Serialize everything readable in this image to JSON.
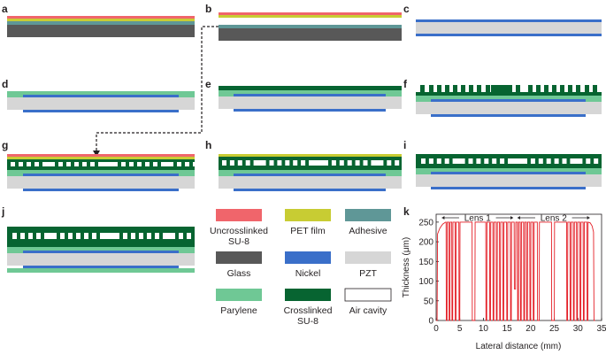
{
  "panels": {
    "a": "a",
    "b": "b",
    "c": "c",
    "d": "d",
    "e": "e",
    "f": "f",
    "g": "g",
    "h": "h",
    "i": "i",
    "j": "j",
    "k": "k"
  },
  "materials": [
    {
      "id": "uncrosslinked",
      "lines": [
        "Uncrosslinked",
        "SU-8"
      ],
      "color": "#f0656b"
    },
    {
      "id": "pet",
      "lines": [
        "PET film"
      ],
      "color": "#c8cc33"
    },
    {
      "id": "adhesive",
      "lines": [
        "Adhesive"
      ],
      "color": "#5f9797"
    },
    {
      "id": "glass",
      "lines": [
        "Glass"
      ],
      "color": "#585858"
    },
    {
      "id": "nickel",
      "lines": [
        "Nickel"
      ],
      "color": "#3a6fc9"
    },
    {
      "id": "pzt",
      "lines": [
        "PZT"
      ],
      "color": "#d6d6d6"
    },
    {
      "id": "parylene",
      "lines": [
        "Parylene"
      ],
      "color": "#6fc895"
    },
    {
      "id": "crosslinked",
      "lines": [
        "Crosslinked",
        "SU-8"
      ],
      "color": "#076431"
    },
    {
      "id": "air",
      "lines": [
        "Air cavity"
      ],
      "color": "#ffffff"
    }
  ],
  "chart_data": {
    "type": "line",
    "xlabel": "Lateral distance (mm)",
    "ylabel": "Thickness (μm)",
    "xlim": [
      0,
      35
    ],
    "ylim": [
      0,
      270
    ],
    "xticks": [
      0,
      5,
      10,
      15,
      20,
      25,
      30,
      35
    ],
    "yticks": [
      0,
      50,
      100,
      150,
      200,
      250
    ],
    "annotations": [
      {
        "text": "Lens 1",
        "x_range": [
          1.2,
          16.3
        ]
      },
      {
        "text": "Lens 2",
        "x_range": [
          17.2,
          32.5
        ]
      }
    ],
    "profile": [
      [
        0,
        0
      ],
      [
        0.2,
        0
      ],
      [
        0.3,
        220
      ],
      [
        0.8,
        235
      ],
      [
        1.4,
        245
      ],
      [
        2.0,
        250
      ],
      [
        2.1,
        250
      ],
      [
        2.15,
        0
      ],
      [
        2.3,
        0
      ],
      [
        2.35,
        250
      ],
      [
        2.7,
        250
      ],
      [
        2.75,
        0
      ],
      [
        2.9,
        0
      ],
      [
        2.95,
        250
      ],
      [
        3.3,
        250
      ],
      [
        3.35,
        0
      ],
      [
        3.5,
        0
      ],
      [
        3.55,
        250
      ],
      [
        4.0,
        250
      ],
      [
        4.05,
        0
      ],
      [
        4.2,
        0
      ],
      [
        4.25,
        250
      ],
      [
        4.8,
        250
      ],
      [
        4.85,
        0
      ],
      [
        5.0,
        0
      ],
      [
        5.05,
        250
      ],
      [
        7.6,
        250
      ],
      [
        7.65,
        0
      ],
      [
        8.2,
        0
      ],
      [
        8.25,
        250
      ],
      [
        10.5,
        250
      ],
      [
        10.55,
        0
      ],
      [
        10.7,
        0
      ],
      [
        10.75,
        250
      ],
      [
        11.3,
        250
      ],
      [
        11.35,
        0
      ],
      [
        11.5,
        0
      ],
      [
        11.55,
        250
      ],
      [
        12.0,
        250
      ],
      [
        12.05,
        0
      ],
      [
        12.2,
        0
      ],
      [
        12.25,
        250
      ],
      [
        12.7,
        250
      ],
      [
        12.75,
        0
      ],
      [
        12.9,
        0
      ],
      [
        12.95,
        250
      ],
      [
        13.4,
        250
      ],
      [
        13.45,
        0
      ],
      [
        13.6,
        0
      ],
      [
        13.65,
        250
      ],
      [
        14.1,
        250
      ],
      [
        14.15,
        0
      ],
      [
        14.3,
        0
      ],
      [
        14.35,
        250
      ],
      [
        14.9,
        250
      ],
      [
        14.95,
        0
      ],
      [
        15.1,
        0
      ],
      [
        15.15,
        250
      ],
      [
        15.7,
        250
      ],
      [
        15.75,
        0
      ],
      [
        15.9,
        0
      ],
      [
        15.95,
        250
      ],
      [
        16.5,
        250
      ],
      [
        16.55,
        80
      ],
      [
        16.8,
        80
      ],
      [
        16.85,
        250
      ],
      [
        17.2,
        250
      ],
      [
        17.25,
        0
      ],
      [
        17.4,
        0
      ],
      [
        17.45,
        250
      ],
      [
        17.8,
        250
      ],
      [
        17.85,
        0
      ],
      [
        18.0,
        0
      ],
      [
        18.05,
        250
      ],
      [
        18.5,
        250
      ],
      [
        18.55,
        0
      ],
      [
        18.7,
        0
      ],
      [
        18.75,
        250
      ],
      [
        19.1,
        250
      ],
      [
        19.15,
        0
      ],
      [
        19.3,
        0
      ],
      [
        19.35,
        250
      ],
      [
        19.8,
        250
      ],
      [
        19.85,
        0
      ],
      [
        20.0,
        0
      ],
      [
        20.05,
        250
      ],
      [
        20.5,
        250
      ],
      [
        20.55,
        0
      ],
      [
        20.7,
        0
      ],
      [
        20.75,
        250
      ],
      [
        21.4,
        250
      ],
      [
        21.45,
        0
      ],
      [
        21.8,
        0
      ],
      [
        21.85,
        250
      ],
      [
        24.4,
        250
      ],
      [
        24.45,
        0
      ],
      [
        25.0,
        0
      ],
      [
        25.05,
        250
      ],
      [
        27.6,
        250
      ],
      [
        27.65,
        0
      ],
      [
        27.8,
        0
      ],
      [
        27.85,
        250
      ],
      [
        28.3,
        250
      ],
      [
        28.35,
        0
      ],
      [
        28.5,
        0
      ],
      [
        28.55,
        250
      ],
      [
        29.0,
        250
      ],
      [
        29.05,
        0
      ],
      [
        29.2,
        0
      ],
      [
        29.25,
        250
      ],
      [
        29.7,
        250
      ],
      [
        29.75,
        0
      ],
      [
        29.9,
        0
      ],
      [
        29.95,
        250
      ],
      [
        30.4,
        250
      ],
      [
        30.45,
        0
      ],
      [
        30.6,
        0
      ],
      [
        30.65,
        250
      ],
      [
        31.1,
        250
      ],
      [
        31.15,
        0
      ],
      [
        31.3,
        0
      ],
      [
        31.35,
        250
      ],
      [
        31.9,
        250
      ],
      [
        31.95,
        0
      ],
      [
        32.1,
        0
      ],
      [
        32.15,
        250
      ],
      [
        32.6,
        248
      ],
      [
        33.0,
        240
      ],
      [
        33.3,
        225
      ],
      [
        33.4,
        0
      ],
      [
        33.6,
        0
      ]
    ]
  }
}
